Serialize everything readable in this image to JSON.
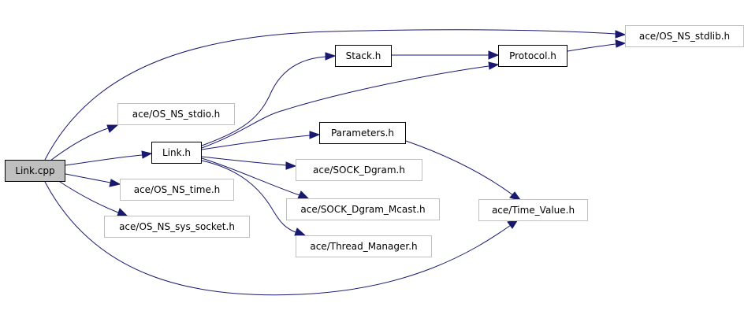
{
  "graph": {
    "edge_color": "#191970",
    "nodes": {
      "link_cpp": {
        "label": "Link.cpp",
        "kind": "root"
      },
      "os_ns_stdlib": {
        "label": "ace/OS_NS_stdlib.h",
        "kind": "external"
      },
      "os_ns_stdio": {
        "label": "ace/OS_NS_stdio.h",
        "kind": "external"
      },
      "link_h": {
        "label": "Link.h",
        "kind": "documented"
      },
      "stack_h": {
        "label": "Stack.h",
        "kind": "documented"
      },
      "protocol_h": {
        "label": "Protocol.h",
        "kind": "documented"
      },
      "parameters_h": {
        "label": "Parameters.h",
        "kind": "documented"
      },
      "sock_dgram": {
        "label": "ace/SOCK_Dgram.h",
        "kind": "external"
      },
      "sock_dgram_mcast": {
        "label": "ace/SOCK_Dgram_Mcast.h",
        "kind": "external"
      },
      "thread_manager": {
        "label": "ace/Thread_Manager.h",
        "kind": "external"
      },
      "os_ns_time": {
        "label": "ace/OS_NS_time.h",
        "kind": "external"
      },
      "os_ns_sys_socket": {
        "label": "ace/OS_NS_sys_socket.h",
        "kind": "external"
      },
      "time_value": {
        "label": "ace/Time_Value.h",
        "kind": "external"
      }
    },
    "edges": [
      {
        "from": "Link.cpp",
        "to": "ace/OS_NS_stdlib.h"
      },
      {
        "from": "Link.cpp",
        "to": "ace/OS_NS_stdio.h"
      },
      {
        "from": "Link.cpp",
        "to": "Link.h"
      },
      {
        "from": "Link.cpp",
        "to": "ace/OS_NS_time.h"
      },
      {
        "from": "Link.cpp",
        "to": "ace/OS_NS_sys_socket.h"
      },
      {
        "from": "Link.cpp",
        "to": "ace/Time_Value.h"
      },
      {
        "from": "Link.h",
        "to": "Stack.h"
      },
      {
        "from": "Link.h",
        "to": "Protocol.h"
      },
      {
        "from": "Link.h",
        "to": "Parameters.h"
      },
      {
        "from": "Link.h",
        "to": "ace/SOCK_Dgram.h"
      },
      {
        "from": "Link.h",
        "to": "ace/SOCK_Dgram_Mcast.h"
      },
      {
        "from": "Link.h",
        "to": "ace/Thread_Manager.h"
      },
      {
        "from": "Stack.h",
        "to": "Protocol.h"
      },
      {
        "from": "Protocol.h",
        "to": "ace/OS_NS_stdlib.h"
      },
      {
        "from": "Parameters.h",
        "to": "ace/Time_Value.h"
      }
    ]
  }
}
